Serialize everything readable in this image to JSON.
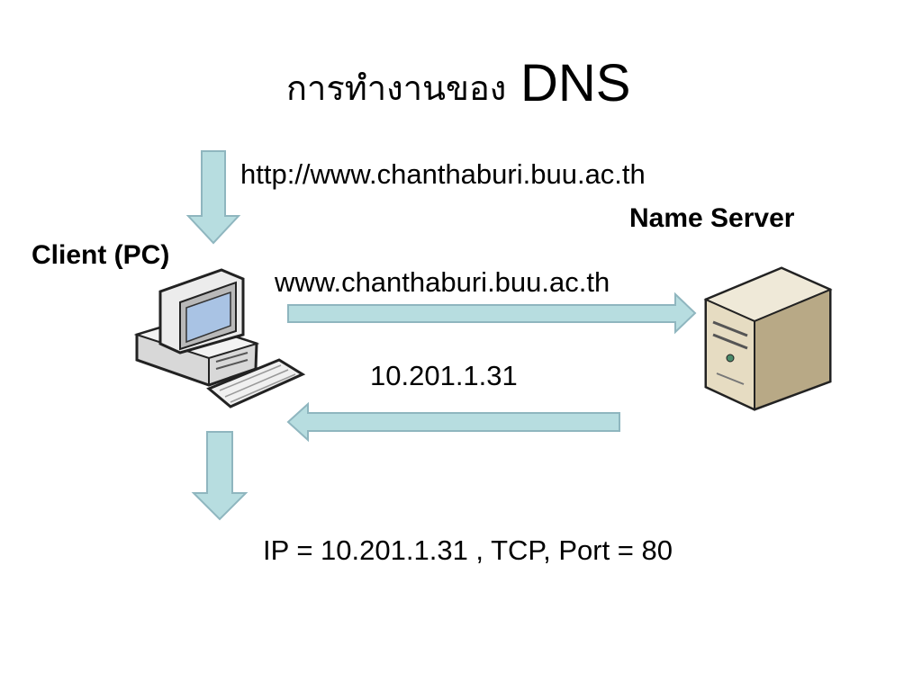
{
  "title": {
    "thai": "การทำงานของ",
    "acronym": "DNS"
  },
  "labels": {
    "url": "http://www.chanthaburi.buu.ac.th",
    "name_server": "Name Server",
    "client": "Client (PC)",
    "query_host": "www.chanthaburi.buu.ac.th",
    "reply_ip": "10.201.1.31",
    "result": "IP = 10.201.1.31 , TCP,  Port = 80"
  },
  "colors": {
    "arrow_fill": "#b7dde0",
    "arrow_stroke": "#8fb6bf",
    "server_body": "#e6dcc2",
    "monitor_screen": "#a9c3e4"
  },
  "icons": {
    "client": "desktop-computer-icon",
    "server": "server-tower-icon"
  }
}
